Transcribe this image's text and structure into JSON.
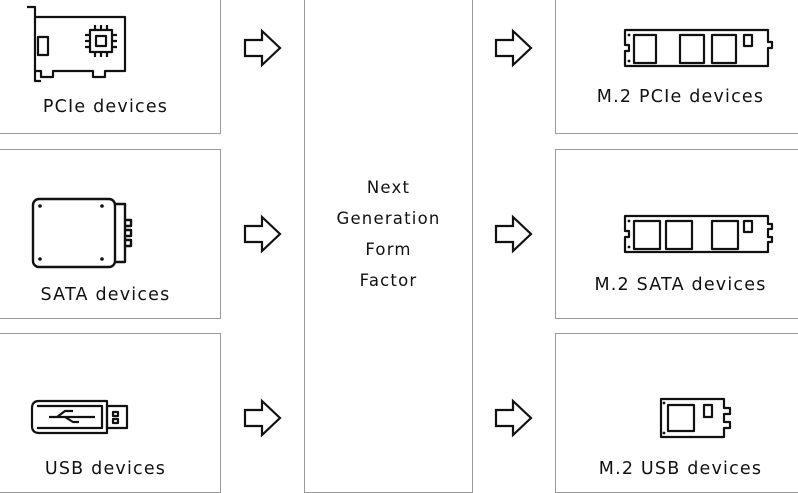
{
  "sources": [
    {
      "label": "PCIe devices",
      "icon": "pcie-card-icon"
    },
    {
      "label": "SATA devices",
      "icon": "sata-drive-icon"
    },
    {
      "label": "USB devices",
      "icon": "usb-stick-icon"
    }
  ],
  "center": {
    "lines": [
      "Next",
      "Generation",
      "Form",
      "Factor"
    ]
  },
  "targets": [
    {
      "label": "M.2 PCIe devices",
      "icon": "m2-pcie-icon"
    },
    {
      "label": "M.2 SATA devices",
      "icon": "m2-sata-icon"
    },
    {
      "label": "M.2 USB devices",
      "icon": "m2-usb-icon"
    }
  ],
  "colors": {
    "stroke": "#111111",
    "border": "#9a9a9a"
  }
}
